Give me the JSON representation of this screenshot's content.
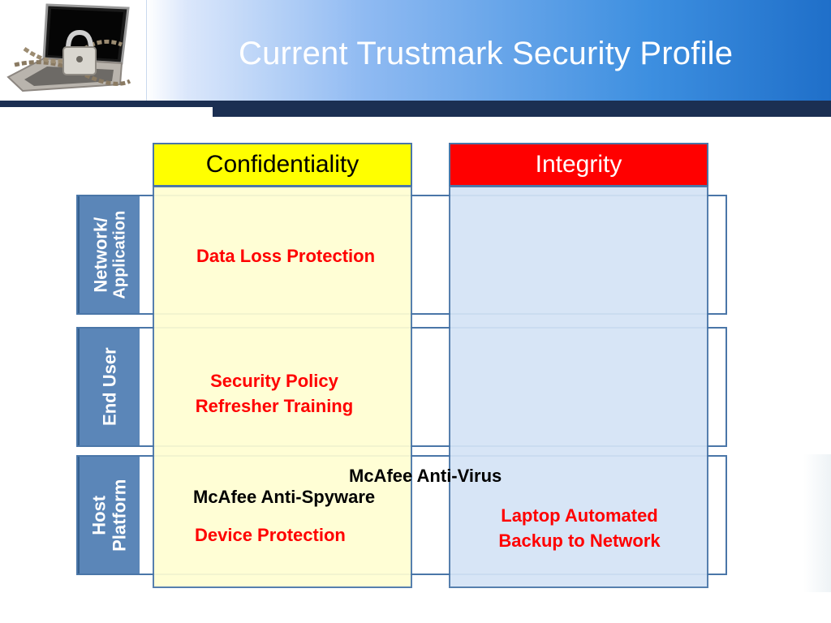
{
  "header": {
    "title": "Current Trustmark Security Profile"
  },
  "columns": [
    {
      "label": "Confidentiality",
      "color": "#ffff00"
    },
    {
      "label": "Integrity",
      "color": "#ff0000"
    }
  ],
  "rows": [
    {
      "line1": "Network/",
      "line2": "Application"
    },
    {
      "line1": "End User",
      "line2": ""
    },
    {
      "line1": "Host",
      "line2": "Platform"
    }
  ],
  "cells": {
    "data_loss": "Data Loss Protection",
    "security_policy_1": "Security Policy",
    "security_policy_2": "Refresher Training",
    "mcafee_antivirus": "McAfee Anti-Virus",
    "mcafee_antispyware": "McAfee Anti-Spyware",
    "device_protection": "Device Protection",
    "laptop_backup_1": "Laptop Automated",
    "laptop_backup_2": "Backup to Network"
  },
  "colors": {
    "header_start": "#ffffff",
    "header_end": "#1f6fc9",
    "header_rule": "#1b2f52",
    "row_label_bg": "#5b86b8",
    "confidentiality_body": "#fffed2",
    "integrity_body": "#d4e4f6",
    "highlight_text": "#ff0000"
  }
}
